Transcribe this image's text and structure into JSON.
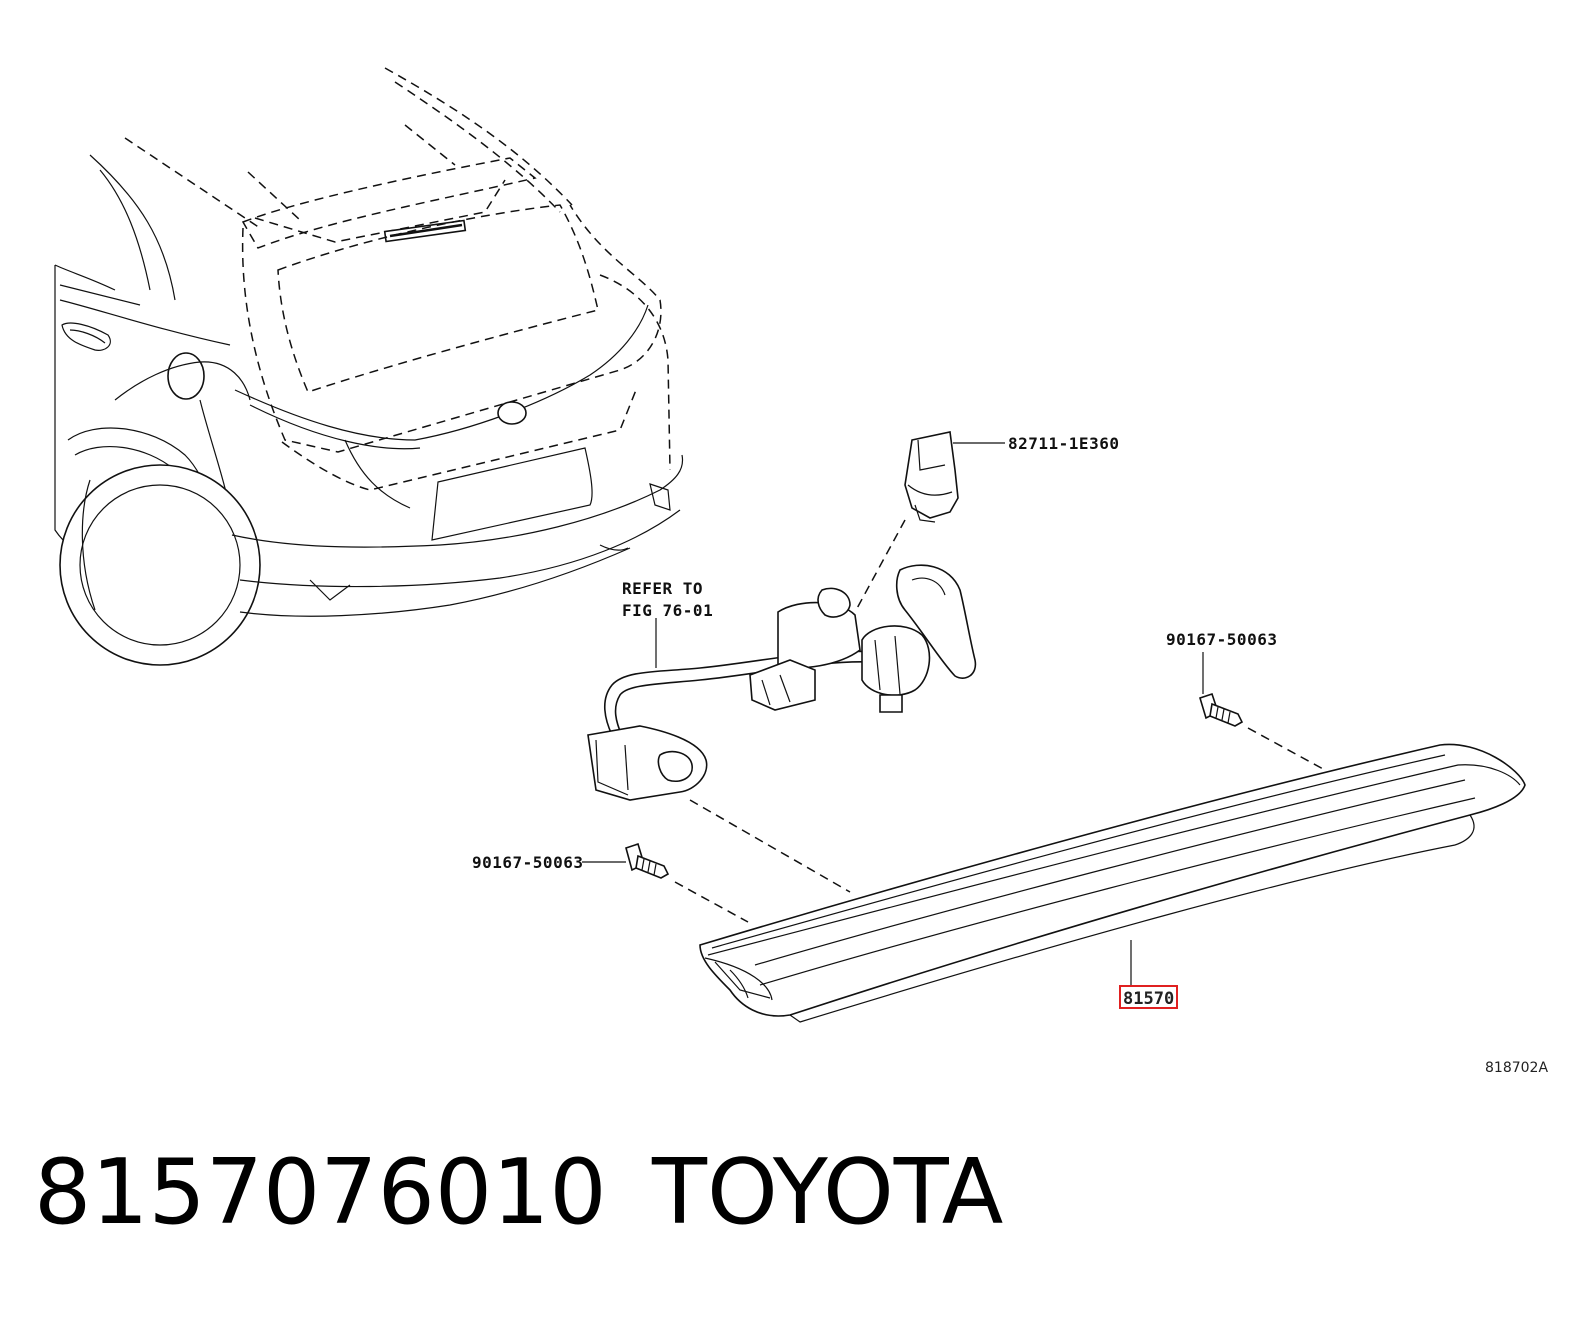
{
  "diagram": {
    "callouts": {
      "bulb_socket": "82711-1E360",
      "refer_line1": "REFER TO",
      "refer_line2": "FIG 76-01",
      "screw_right": "90167-50063",
      "screw_left": "90167-50063",
      "main_part": "81570"
    },
    "figure_code": "818702A",
    "highlight_color": "#e02020"
  },
  "footer": {
    "part_number": "8157076010",
    "brand": "TOYOTA"
  }
}
